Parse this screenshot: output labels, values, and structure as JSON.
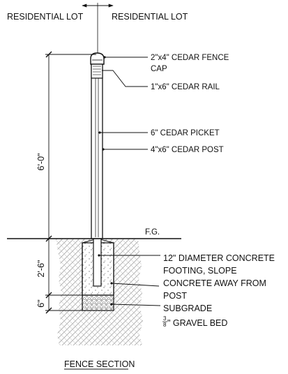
{
  "lot_labels": {
    "left": "RESIDENTIAL LOT",
    "right": "RESIDENTIAL LOT"
  },
  "callouts": {
    "fence_cap_line1": "2\"x4\" CEDAR FENCE",
    "fence_cap_line2": "CAP",
    "rail": "1\"x6\" CEDAR RAIL",
    "picket": "6\" CEDAR PICKET",
    "post": "4\"x6\" CEDAR POST",
    "grade": "F.G.",
    "footing_line1": "12\" DIAMETER CONCRETE",
    "footing_line2": "FOOTING, SLOPE",
    "footing_line3": "CONCRETE AWAY FROM",
    "footing_line4": "POST",
    "subgrade": "SUBGRADE",
    "gravel_fraction_num": "3",
    "gravel_fraction_den": "8",
    "gravel": "\" GRAVEL BED"
  },
  "dimensions": {
    "above_grade": "6'-0\"",
    "footing_depth": "2'-6\"",
    "gravel_depth": "6\""
  },
  "title": "FENCE SECTION",
  "colors": {
    "line": "#111111",
    "hatch": "#9a9a9a",
    "concrete_dots": "#777777",
    "gravel": "#666666"
  }
}
